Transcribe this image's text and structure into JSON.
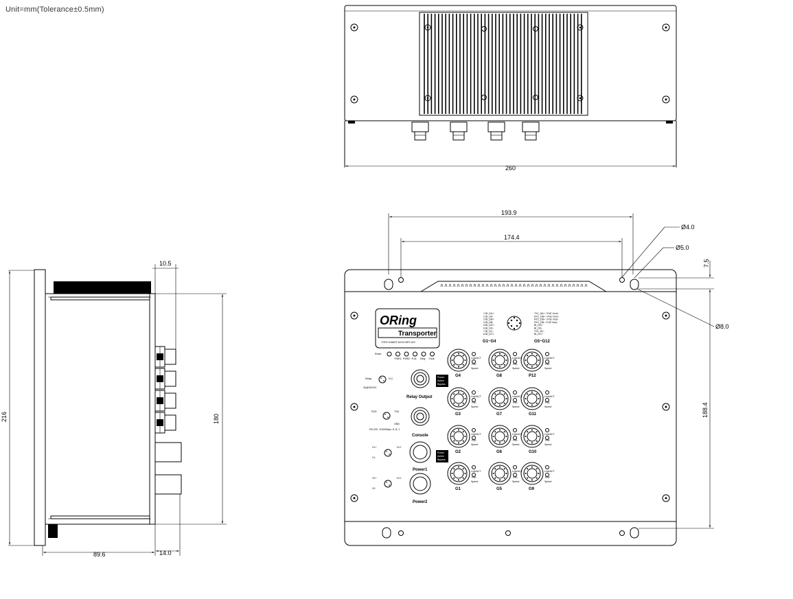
{
  "unit_note": "Unit=mm(Tolerance±0.5mm)",
  "dimensions": {
    "top_width": "260",
    "front_mount_outer": "193.9",
    "front_mount_inner": "174.4",
    "hole_small": "Ø4.0",
    "hole_medium": "Ø5.0",
    "hole_large": "Ø8.0",
    "tab_height": "7.5",
    "front_height": "188.4",
    "side_total_height": "216",
    "side_body_height": "180",
    "side_connector_depth": "10.5",
    "side_depth": "89.6",
    "side_connector_projection": "14.0"
  },
  "device": {
    "logo": "ORing",
    "product": "Transporter",
    "model_line": "TGPS-9168GT-M12X-BP2-24V",
    "leds": [
      "Reset",
      "PWR1",
      "PWR2",
      "R.M.",
      "Ring",
      "Fault"
    ],
    "port_groups": [
      "G1~G4",
      "G5~G12"
    ],
    "pinout_left": [
      "1 BI_DA+",
      "2 BI_DA-",
      "3 BI_DB+",
      "4 BI_DB-",
      "5 BI_DD+",
      "6 BI_DD-",
      "7 BI_DC-",
      "8 BI_DC+"
    ],
    "pinout_right": [
      "TX1_DA+ / PoE Vout+",
      "RX1_DB+ / PoE Vout+",
      "RX1_DB+ / PoE Vout-",
      "RX1_DB- / PoE Vout-",
      "BI_DD+",
      "BI_DD-",
      "TX1_DC-",
      "BI_DC+"
    ],
    "ports": {
      "col1": [
        "G4",
        "G3",
        "G2",
        "G1"
      ],
      "col2": [
        "G8",
        "G7",
        "G6",
        "G5"
      ],
      "col3": [
        "P12",
        "G11",
        "G10",
        "G9"
      ]
    },
    "led_labels": [
      "Link/ACT",
      "PoE",
      "Speed"
    ],
    "left_connectors": [
      "Relay Output",
      "Console",
      "Power1",
      "Power2"
    ],
    "relay_labels": [
      "Relay",
      "N.C.",
      "3A@30VDC"
    ],
    "console_labels": [
      "RXD",
      "TXD",
      "GND",
      "RS-232, 115200bps, 8, N, 1"
    ],
    "power_labels": [
      "V1+",
      "V1-",
      "N.C.",
      "V2+",
      "V2-"
    ],
    "poe_badge": [
      "Power",
      "Active",
      "Bypass"
    ]
  }
}
